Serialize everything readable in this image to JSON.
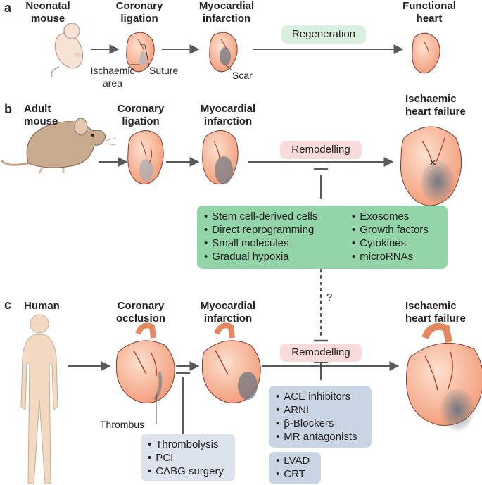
{
  "panels": {
    "a": {
      "letter": "a",
      "stages": [
        [
          "Neonatal",
          "mouse"
        ],
        [
          "Coronary",
          "ligation"
        ],
        [
          "Myocardial",
          "infarction"
        ],
        [
          "Functional",
          "heart"
        ]
      ],
      "process": "Regeneration",
      "callouts": {
        "ischaemic": [
          "Ischaemic",
          "area"
        ],
        "suture": "Suture",
        "scar": "Scar"
      }
    },
    "b": {
      "letter": "b",
      "stages": [
        [
          "Adult",
          "mouse"
        ],
        [
          "Coronary",
          "ligation"
        ],
        [
          "Myocardial",
          "infarction"
        ],
        [
          "Ischaemic",
          "heart failure"
        ]
      ],
      "process": "Remodelling",
      "therapies_left": [
        "Stem cell-derived cells",
        "Direct reprogramming",
        "Small molecules",
        "Gradual hypoxia"
      ],
      "therapies_right": [
        "Exosomes",
        "Growth factors",
        "Cytokines",
        "microRNAs"
      ]
    },
    "c": {
      "letter": "c",
      "stages": [
        [
          "Human"
        ],
        [
          "Coronary",
          "occlusion"
        ],
        [
          "Myocardial",
          "infarction"
        ],
        [
          "Ischaemic",
          "heart failure"
        ]
      ],
      "process": "Remodelling",
      "question": "?",
      "thrombus": "Thrombus",
      "acute_therapies": [
        "Thrombolysis",
        "PCI",
        "CABG surgery"
      ],
      "drug_therapies": [
        "ACE inhibitors",
        "ARNI",
        "β-Blockers",
        "MR antagonists"
      ],
      "device_therapies": [
        "LVAD",
        "CRT"
      ]
    }
  },
  "colors": {
    "regeneration_fill": "#d9efdf",
    "remodelling_fill": "#f9dcd9",
    "therapy_green": "#93d4a8",
    "clinical_blue": "#c9d5e3",
    "acute_grey": "#dde3ec",
    "heart": "#f7b89a",
    "scar": "#808890",
    "mouse": "#c9ab90",
    "skin": "#f1d9c2",
    "arrow": "#58595b"
  }
}
